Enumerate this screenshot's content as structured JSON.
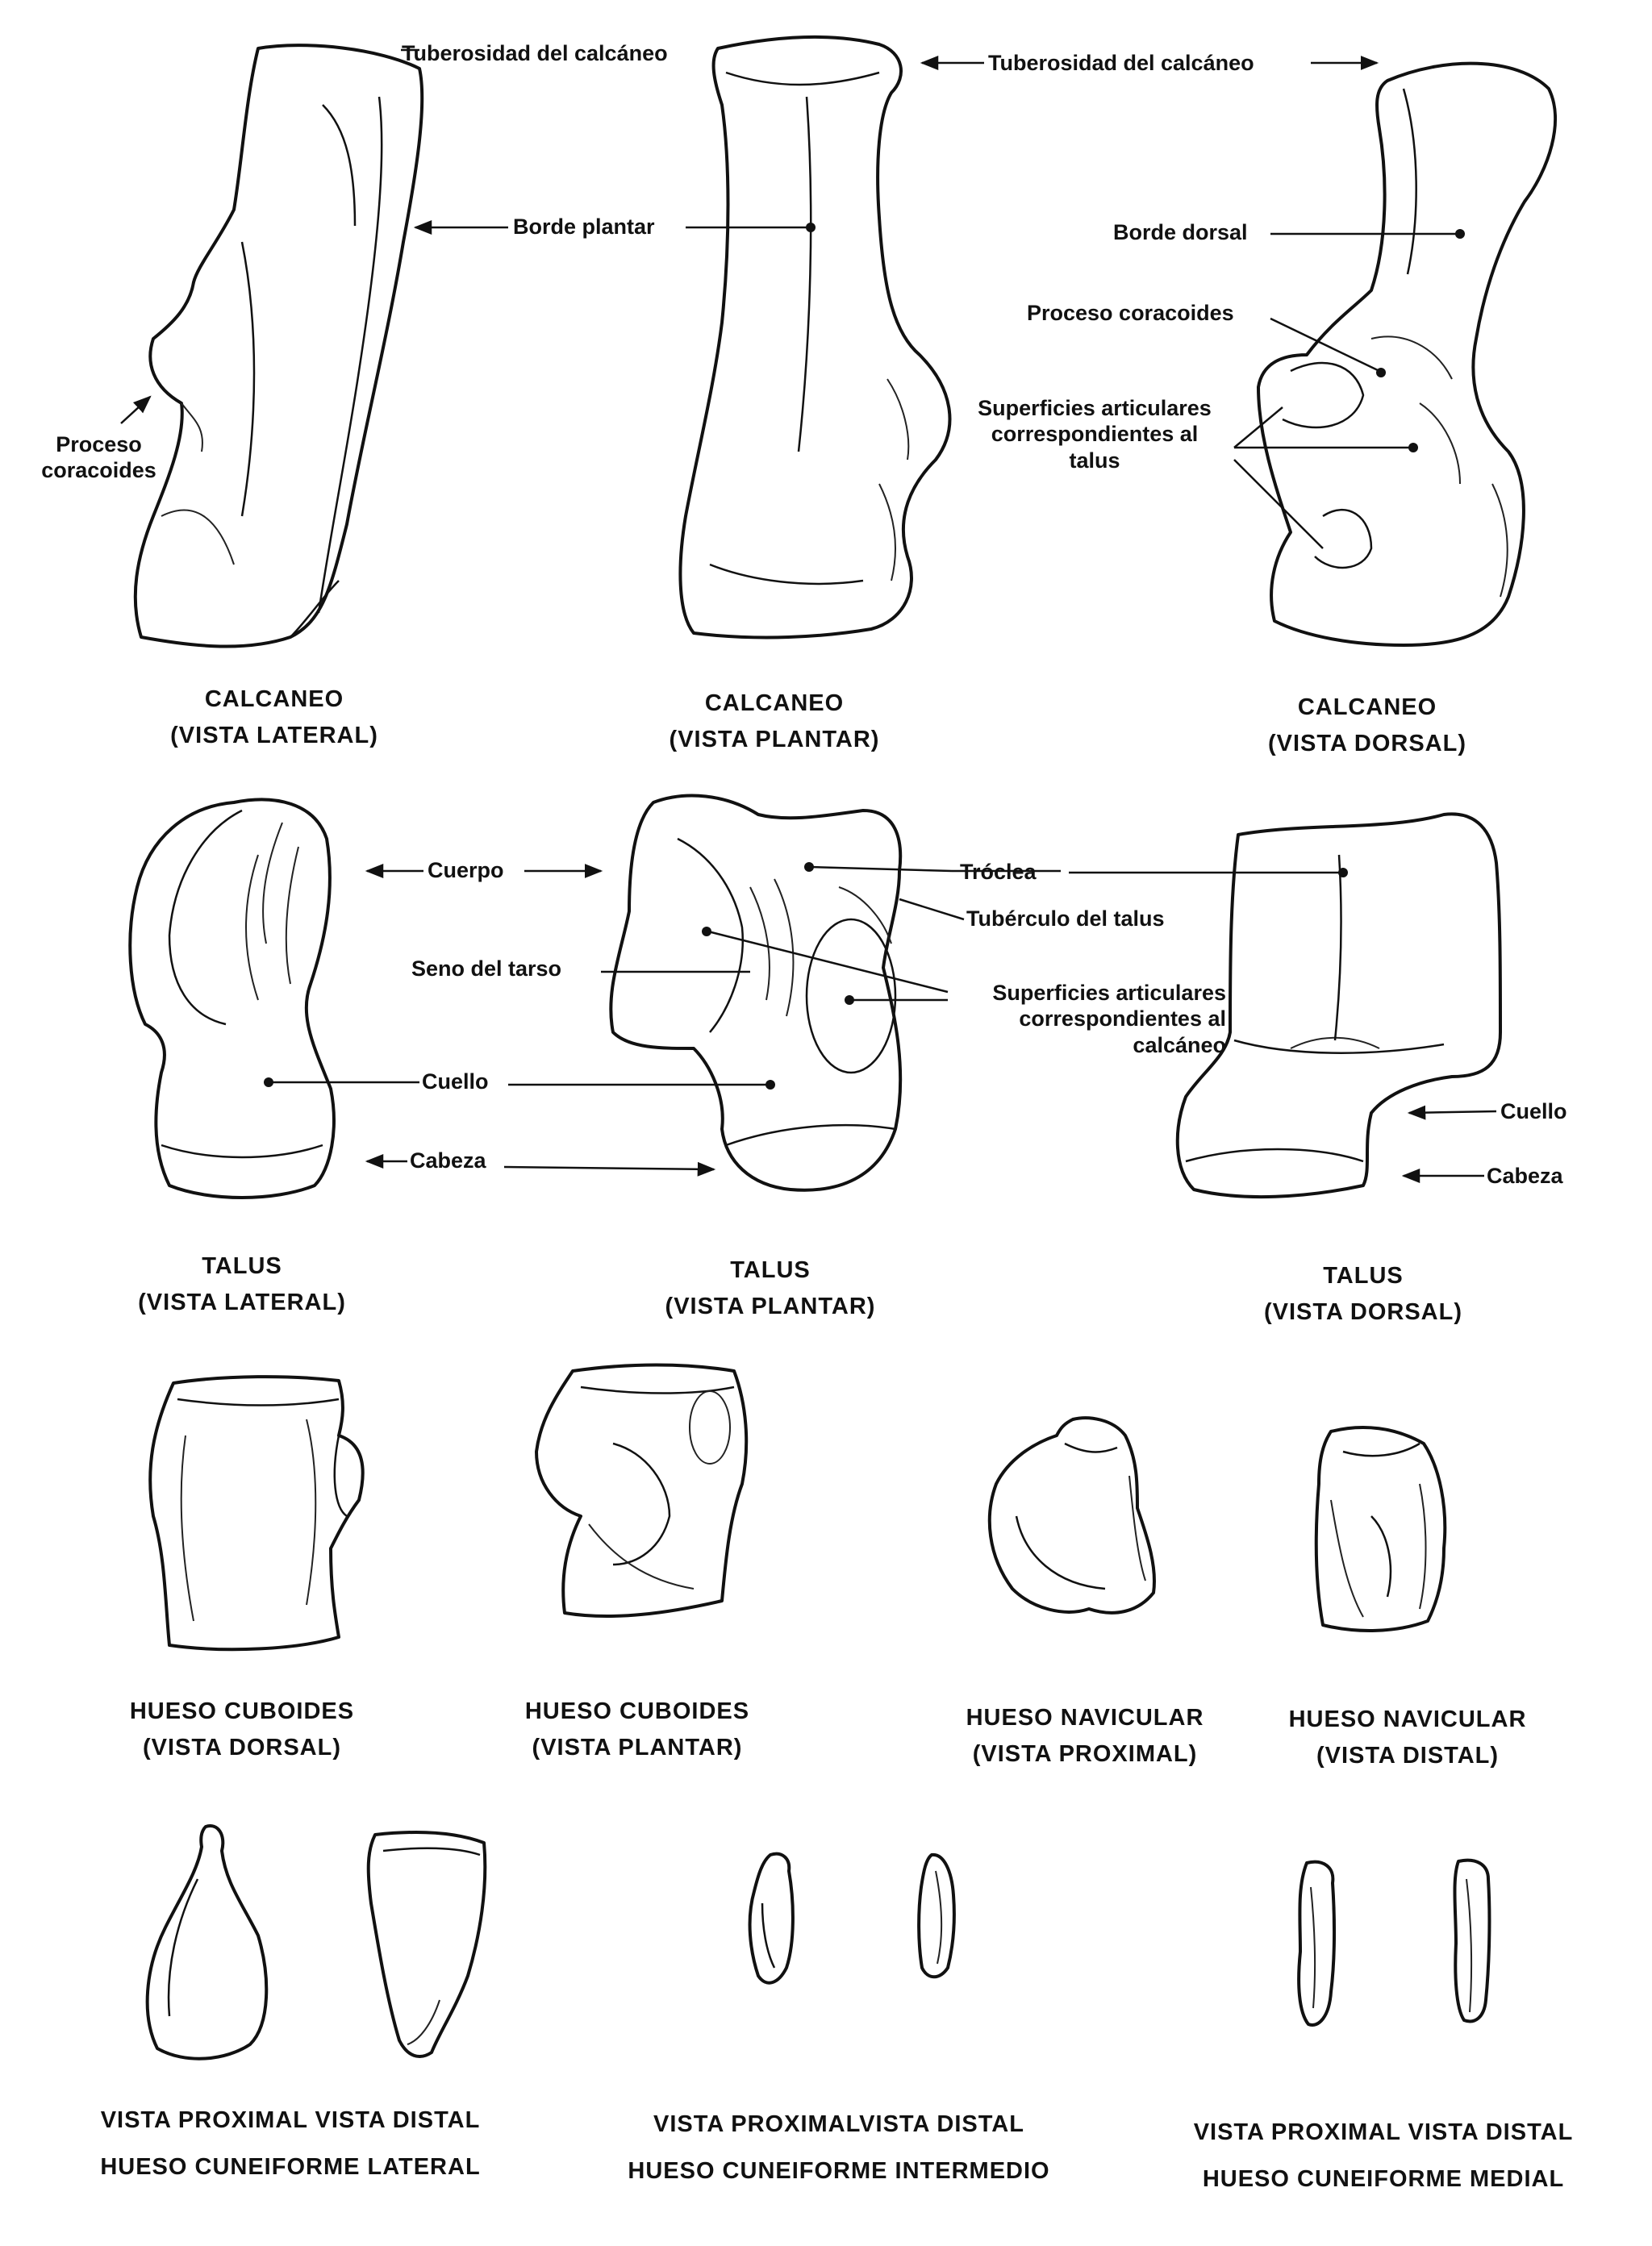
{
  "row1": {
    "captions": [
      {
        "name": "CALCANEO",
        "view": "(VISTA LATERAL)"
      },
      {
        "name": "CALCANEO",
        "view": "(VISTA PLANTAR)"
      },
      {
        "name": "CALCANEO",
        "view": "(VISTA DORSAL)"
      }
    ],
    "labels": {
      "tuberosidad_left": "Tuberosidad del calcáneo",
      "tuberosidad_right": "Tuberosidad del calcáneo",
      "borde_plantar": "Borde plantar",
      "borde_dorsal": "Borde dorsal",
      "proceso_coracoides_dorsal": "Proceso coracoides",
      "proceso_coracoides_lateral_1": "Proceso",
      "proceso_coracoides_lateral_2": "coracoides",
      "superficies_1": "Superficies articulares",
      "superficies_2": "correspondientes al",
      "superficies_3": "talus"
    }
  },
  "row2": {
    "captions": [
      {
        "name": "TALUS",
        "view": "(VISTA LATERAL)"
      },
      {
        "name": "TALUS",
        "view": "(VISTA PLANTAR)"
      },
      {
        "name": "TALUS",
        "view": "(VISTA DORSAL)"
      }
    ],
    "labels": {
      "cuerpo": "Cuerpo",
      "seno_del_tarso": "Seno del tarso",
      "cuello_left": "Cuello",
      "cabeza_left": "Cabeza",
      "troclea": "Tróclea",
      "tuberculo": "Tubérculo del talus",
      "superficies_1": "Superficies articulares",
      "superficies_2": "correspondientes al",
      "superficies_3": "calcáneo",
      "cuello_right": "Cuello",
      "cabeza_right": "Cabeza"
    }
  },
  "row3": {
    "captions": [
      {
        "name": "HUESO CUBOIDES",
        "view": "(VISTA DORSAL)"
      },
      {
        "name": "HUESO CUBOIDES",
        "view": "(VISTA PLANTAR)"
      },
      {
        "name": "HUESO NAVICULAR",
        "view": "(VISTA PROXIMAL)"
      },
      {
        "name": "HUESO NAVICULAR",
        "view": "(VISTA DISTAL)"
      }
    ]
  },
  "row4": {
    "groups": [
      {
        "views": "VISTA PROXIMAL VISTA DISTAL",
        "name": "HUESO CUNEIFORME LATERAL"
      },
      {
        "views": "VISTA PROXIMALVISTA DISTAL",
        "name": "HUESO CUNEIFORME INTERMEDIO"
      },
      {
        "views": "VISTA PROXIMAL VISTA DISTAL",
        "name": "HUESO CUNEIFORME MEDIAL"
      }
    ]
  }
}
